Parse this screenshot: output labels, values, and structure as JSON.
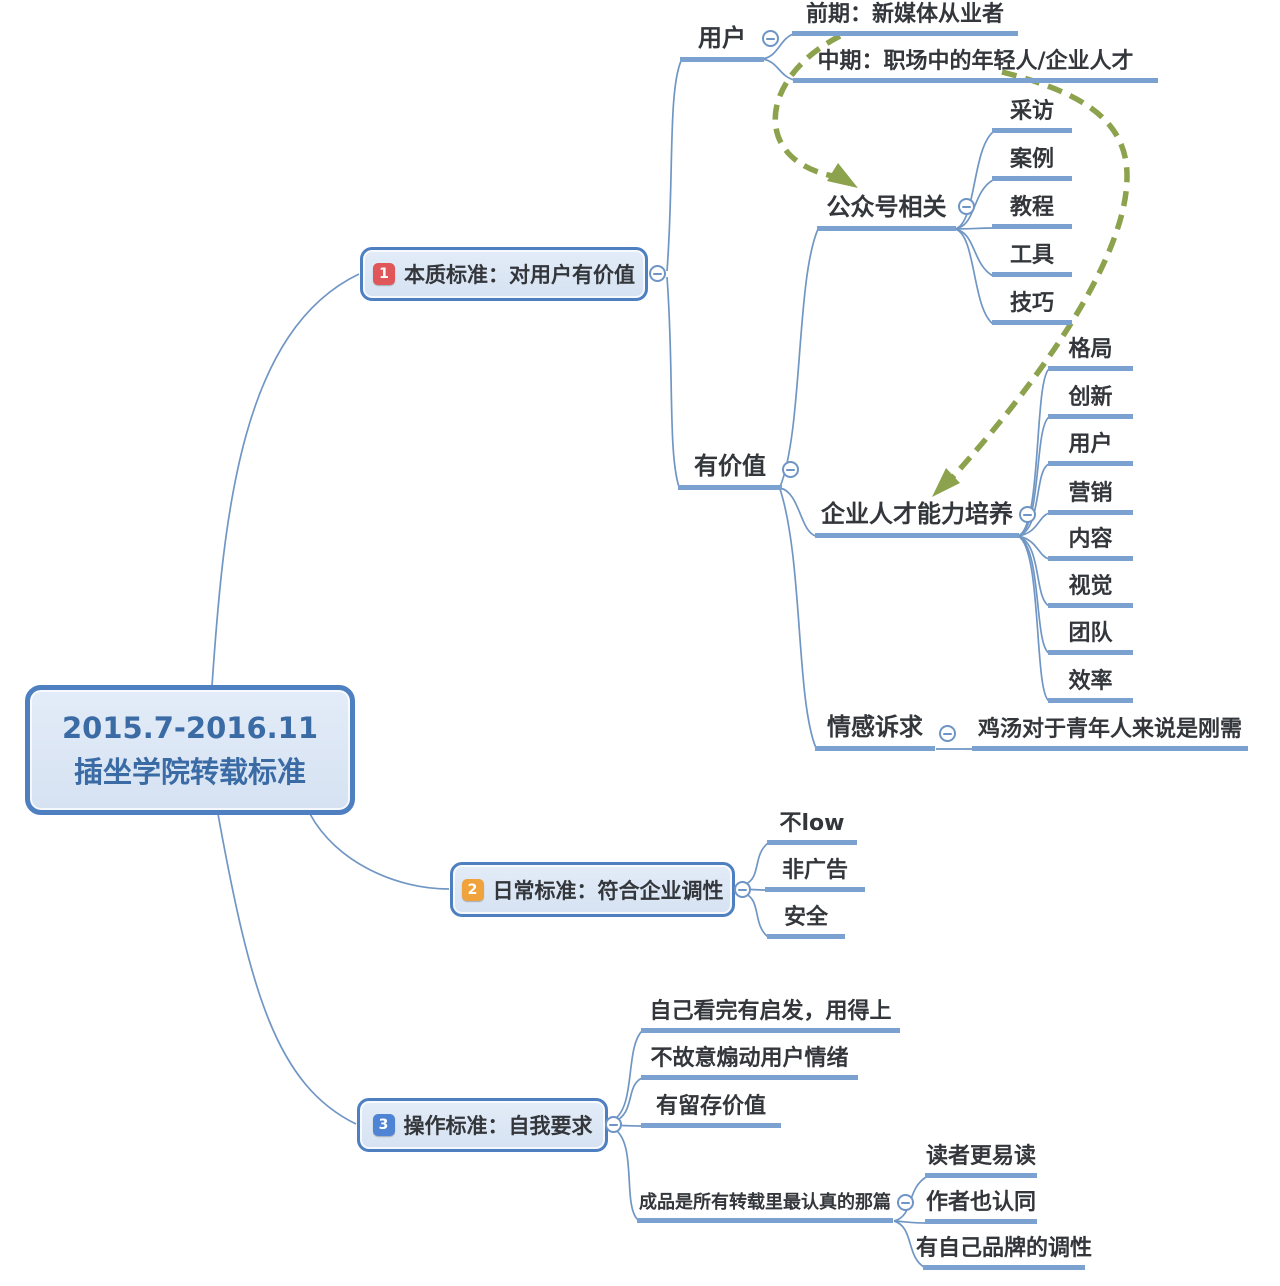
{
  "root": {
    "line1": "2015.7-2016.11",
    "line2": "插坐学院转载标准"
  },
  "branches": [
    {
      "badge": "1",
      "label": "本质标准：对用户有价值",
      "badge_color": "#e0575a"
    },
    {
      "badge": "2",
      "label": "日常标准：符合企业调性",
      "badge_color": "#f0a33c"
    },
    {
      "badge": "3",
      "label": "操作标准：自我要求",
      "badge_color": "#4f83d4"
    }
  ],
  "labels": {
    "user": "用户",
    "user_children": [
      "前期：新媒体从业者",
      "中期：职场中的年轻人/企业人才"
    ],
    "valuable": "有价值",
    "gzh": "公众号相关",
    "gzh_children": [
      "采访",
      "案例",
      "教程",
      "工具",
      "技巧"
    ],
    "talent": "企业人才能力培养",
    "talent_children": [
      "格局",
      "创新",
      "用户",
      "营销",
      "内容",
      "视觉",
      "团队",
      "效率"
    ],
    "emotion": "情感诉求",
    "emotion_child": "鸡汤对于青年人来说是刚需",
    "b2_children": [
      "不low",
      "非广告",
      "安全"
    ],
    "b3_children": [
      "自己看完有启发，用得上",
      "不故意煽动用户情绪",
      "有留存价值",
      "成品是所有转载里最认真的那篇"
    ],
    "final_children": [
      "读者更易读",
      "作者也认同",
      "有自己品牌的调性"
    ]
  },
  "relationships": [
    {
      "from": "中期：职场中的年轻人/企业人才",
      "to": "公众号相关",
      "style": "green-dashed-arrow"
    },
    {
      "from": "中期：职场中的年轻人/企业人才",
      "to": "企业人才能力培养",
      "style": "green-dashed-arrow"
    }
  ],
  "colors": {
    "edge_line": "#7096c4",
    "underline": "#7aa1cf",
    "box_border": "#4d7fc1",
    "box_fill": "#dfe8f5",
    "root_text": "#3a6ba5",
    "node_text": "#33363b",
    "relationship_arrow": "#8ca24c",
    "badge_1": "#e0575a",
    "badge_2": "#f0a33c",
    "badge_3": "#4f83d4"
  },
  "icons": {
    "collapse": "minus-circle"
  }
}
